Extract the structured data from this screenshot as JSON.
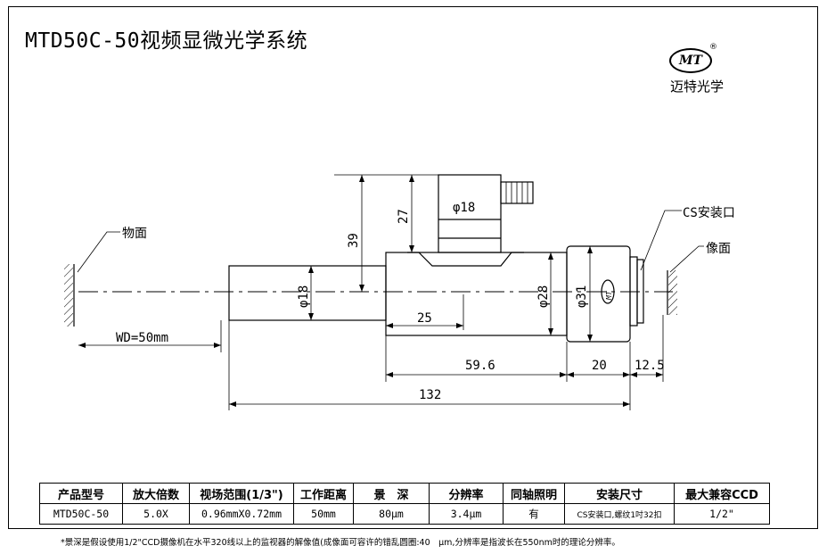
{
  "title": "MTD50C-50视频显微光学系统",
  "logo": {
    "badge": "MT",
    "registered": "®",
    "company": "迈特光学"
  },
  "labels": {
    "object_plane": "物面",
    "image_plane": "像面",
    "cs_mount": "CS安装口",
    "wd": "WD=50mm",
    "dim_39": "39",
    "dim_27": "27",
    "dim_phi18_top": "φ18",
    "dim_phi18_left": "φ18",
    "dim_phi28": "φ28",
    "dim_phi31": "φ31",
    "dim_25": "25",
    "dim_59_6": "59.6",
    "dim_20": "20",
    "dim_12_5": "12.5",
    "dim_132": "132",
    "body_mark": "MT"
  },
  "table": {
    "headers": [
      "产品型号",
      "放大倍数",
      "视场范围(1/3\")",
      "工作距离",
      "景　深",
      "分辨率",
      "同轴照明",
      "安装尺寸",
      "最大兼容CCD"
    ],
    "row": [
      "MTD50C-50",
      "5.0X",
      "0.96mmX0.72mm",
      "50mm",
      "80μm",
      "3.4μm",
      "有",
      "CS安装口,螺纹1吋32扣",
      "1/2\""
    ]
  },
  "footnote": "*景深是假设使用1/2\"CCD摄像机在水平320线以上的监视器的解像值(成像面可容许的错乱圆圈:40　μm,分辨率是指波长在550nm时的理论分辨率。"
}
